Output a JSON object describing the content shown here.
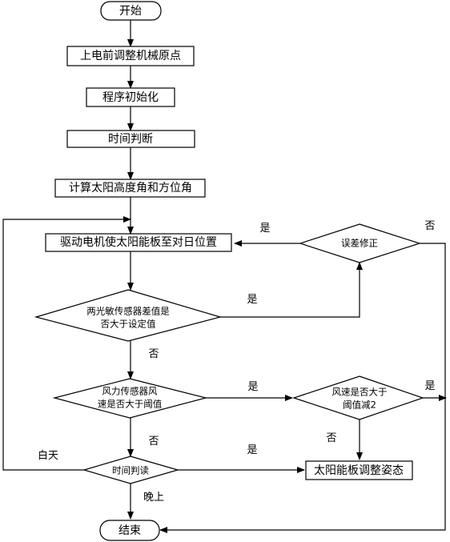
{
  "nodes": {
    "start": "开始",
    "reset": "上电前调整机械原点",
    "init": "程序初始化",
    "time_judge": "时间判断",
    "compute": "计算太阳高度角和方位角",
    "drive": "驱动电机使太阳能板至对日位置",
    "error_correct": "误差修正",
    "sensor_diff_l1": "两光敏传感器差值是",
    "sensor_diff_l2": "否大于设定值",
    "wind_sensor_l1": "风力传感器风",
    "wind_sensor_l2": "速是否大于阈值",
    "wind_speed_l1": "风速是否大于",
    "wind_speed_l2": "阈值减2",
    "time_read": "时间判读",
    "adjust": "太阳能板调整姿态",
    "end": "结束"
  },
  "labels": {
    "yes_correct": "是",
    "no_correct": "否",
    "yes_sensor": "是",
    "no_sensor": "否",
    "yes_wind": "是",
    "yes_wind2": "是",
    "no_wind": "否",
    "no_wind2": "否",
    "yes_time": "是",
    "day": "白天",
    "night": "晚上"
  }
}
